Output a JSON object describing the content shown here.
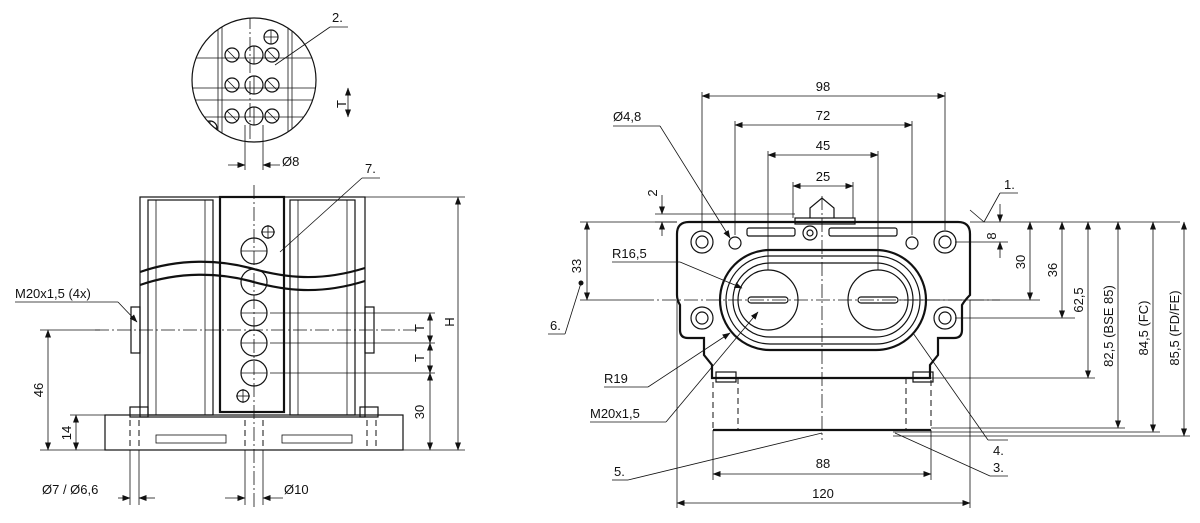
{
  "left_view": {
    "callout_2": "2.",
    "callout_7": "7.",
    "dim_t_detail": "T",
    "dim_phi8": "Ø8",
    "dim_thread": "M20x1,5 (4x)",
    "dim_46": "46",
    "dim_14": "14",
    "dim_30": "30",
    "dim_t1": "T",
    "dim_t2": "T",
    "dim_h": "H",
    "dim_phi7": "Ø7 / Ø6,6",
    "dim_phi10": "Ø10"
  },
  "right_view": {
    "dim_98": "98",
    "dim_72": "72",
    "dim_45": "45",
    "dim_25": "25",
    "dim_phi48": "Ø4,8",
    "dim_2": "2",
    "dim_r165": "R16,5",
    "dim_33": "33",
    "dim_8": "8",
    "dim_30": "30",
    "dim_36": "36",
    "dim_625": "62,5",
    "dim_825": "82,5 (BSE 85)",
    "dim_845": "84,5 (FC)",
    "dim_855": "85,5 (FD/FE)",
    "dim_r19": "R19",
    "dim_m20": "M20x1,5",
    "dim_88": "88",
    "dim_120": "120",
    "callout_1": "1.",
    "callout_3": "3.",
    "callout_4": "4.",
    "callout_5": "5.",
    "callout_6": "6."
  }
}
